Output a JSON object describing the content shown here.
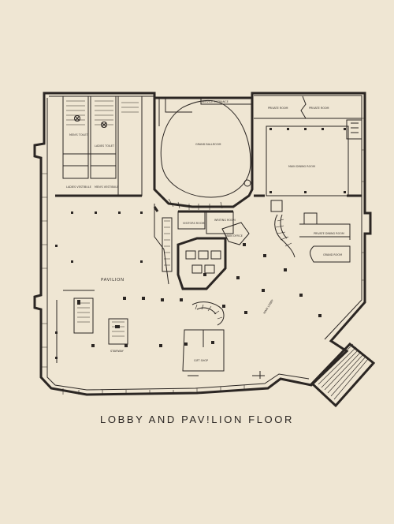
{
  "title": "LOBBY AND PAV!LION FLOOR",
  "labels": {
    "mens_toilet": "MEN'S TOILET",
    "ladies_toilet": "LADIES TOILET",
    "ladies_vestibule": "LADIES VESTIBULE",
    "mens_vestibule": "MEN'S VESTIBULE",
    "service_entrance": "SERVICE ENTRANCE",
    "grand_ballroom": "GRAND BALLROOM",
    "private_room_1": "PRIVATE ROOM",
    "private_room_2": "PRIVATE ROOM",
    "main_dining_room": "MAIN DINING ROOM",
    "private_dining_room": "PRIVATE DINING ROOM",
    "grand_room": "GRAND ROOM",
    "pavilion": "PAVILION",
    "visitors_room": "VISITORS ROOM",
    "main_office": "MAIN OFFICE",
    "writing_room": "WRITING ROOM",
    "main_lobby": "MAIN LOBBY",
    "gift_shop": "GIFT SHOP",
    "stairway": "STAIRWAY"
  }
}
